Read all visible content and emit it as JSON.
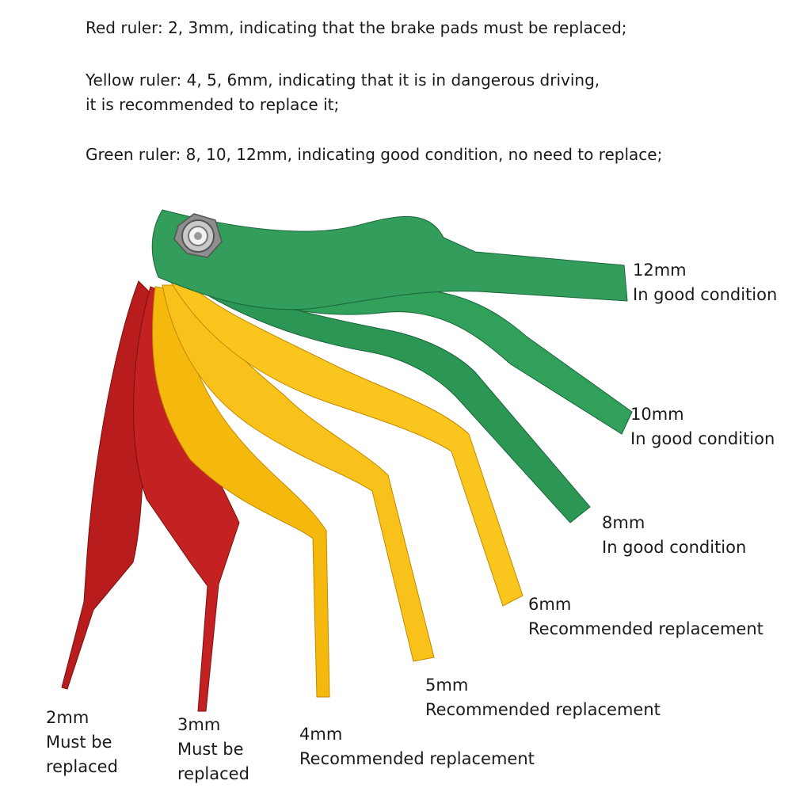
{
  "notes": {
    "red": "Red ruler: 2, 3mm, indicating that the brake pads must be replaced;",
    "yellow_line1": "Yellow ruler: 4, 5, 6mm, indicating that it is in dangerous driving,",
    "yellow_line2": "it is recommended to replace it;",
    "green": "Green ruler: 8, 10, 12mm, indicating good condition, no need to replace;"
  },
  "labels": {
    "g12": {
      "size": "12mm",
      "status": "In good condition"
    },
    "g10": {
      "size": "10mm",
      "status": "In good condition"
    },
    "g8": {
      "size": "8mm",
      "status": "In good condition"
    },
    "y6": {
      "size": "6mm",
      "status": "Recommended replacement"
    },
    "y5": {
      "size": "5mm",
      "status": "Recommended replacement"
    },
    "y4": {
      "size": "4mm",
      "status": "Recommended replacement"
    },
    "r3": {
      "size": "3mm",
      "status_line1": "Must be",
      "status_line2": "replaced"
    },
    "r2": {
      "size": "2mm",
      "status_line1": "Must be",
      "status_line2": "replaced"
    }
  },
  "colors": {
    "red_ruler": "#c01f1f",
    "yellow_ruler": "#f7bf12",
    "green_ruler": "#2e9c58"
  }
}
